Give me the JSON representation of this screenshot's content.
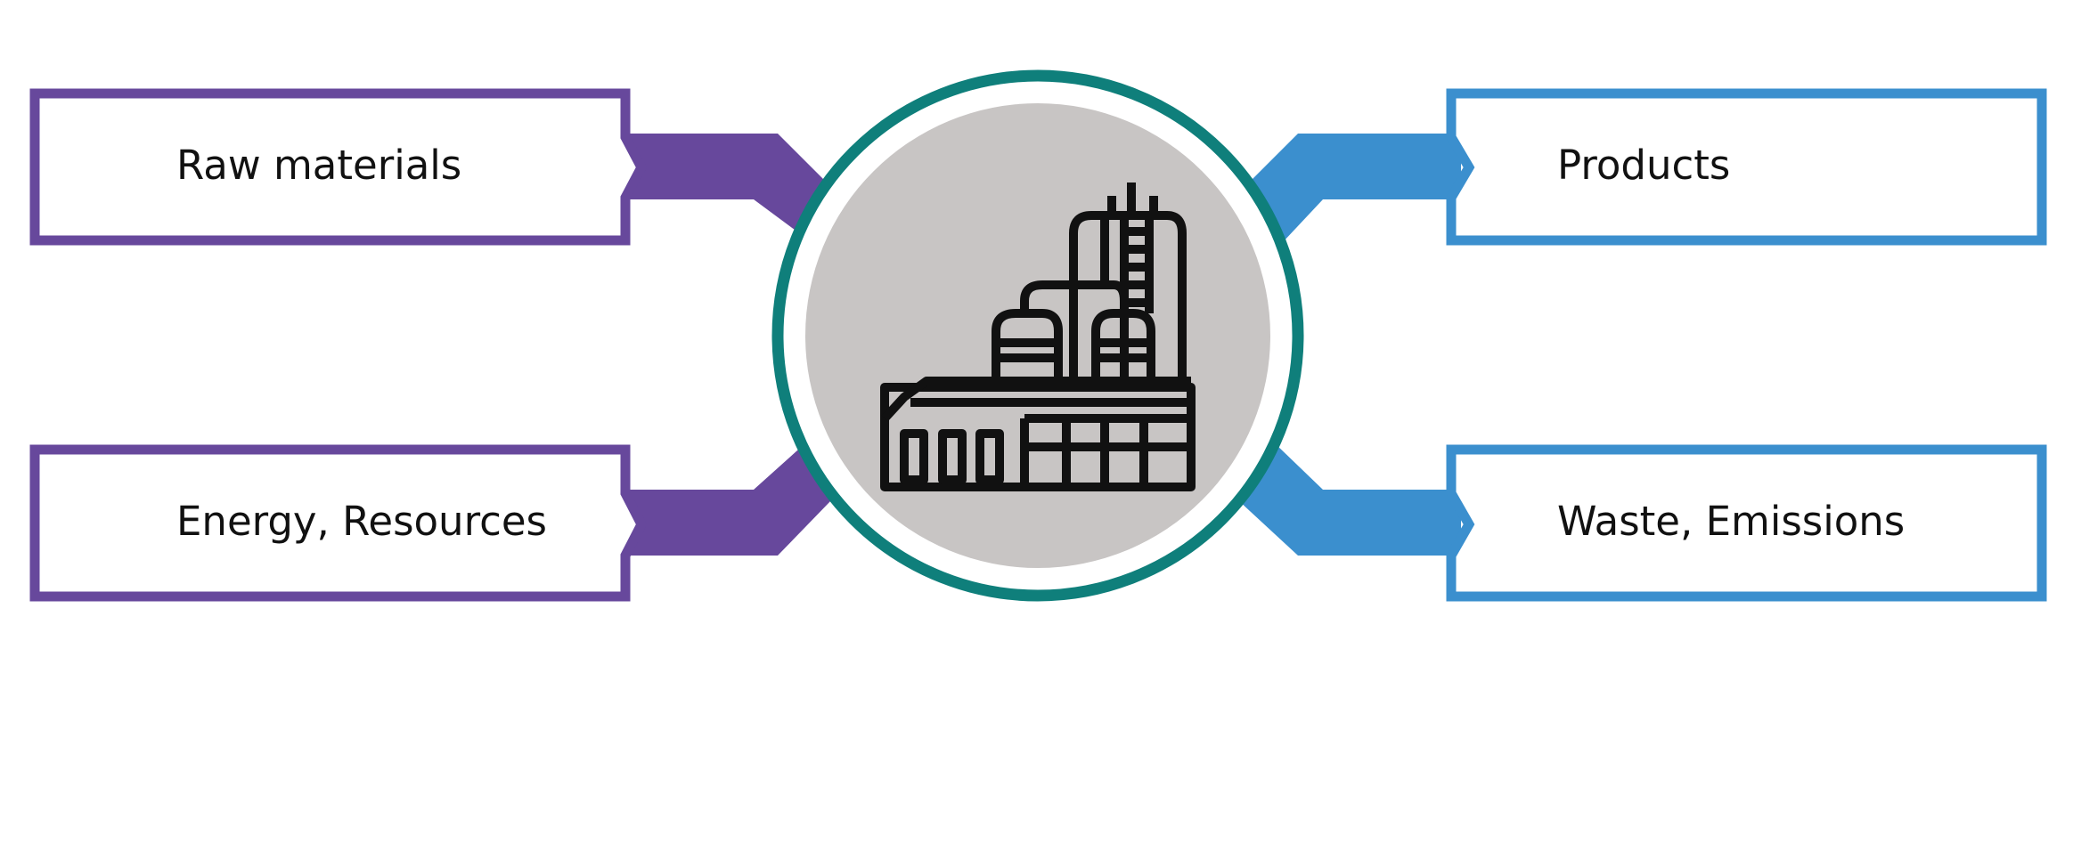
{
  "colors": {
    "inputs": "#67489c",
    "outputs": "#3b8fce",
    "ring": "#0f7f7b",
    "circle_fill": "#c8c5c4",
    "icon": "#111111",
    "text": "#111111"
  },
  "inputs": {
    "raw_materials": "Raw materials",
    "energy_resources": "Energy, Resources"
  },
  "outputs": {
    "products": "Products",
    "waste_emissions": "Waste, Emissions"
  },
  "center": {
    "icon": "factory-icon"
  }
}
